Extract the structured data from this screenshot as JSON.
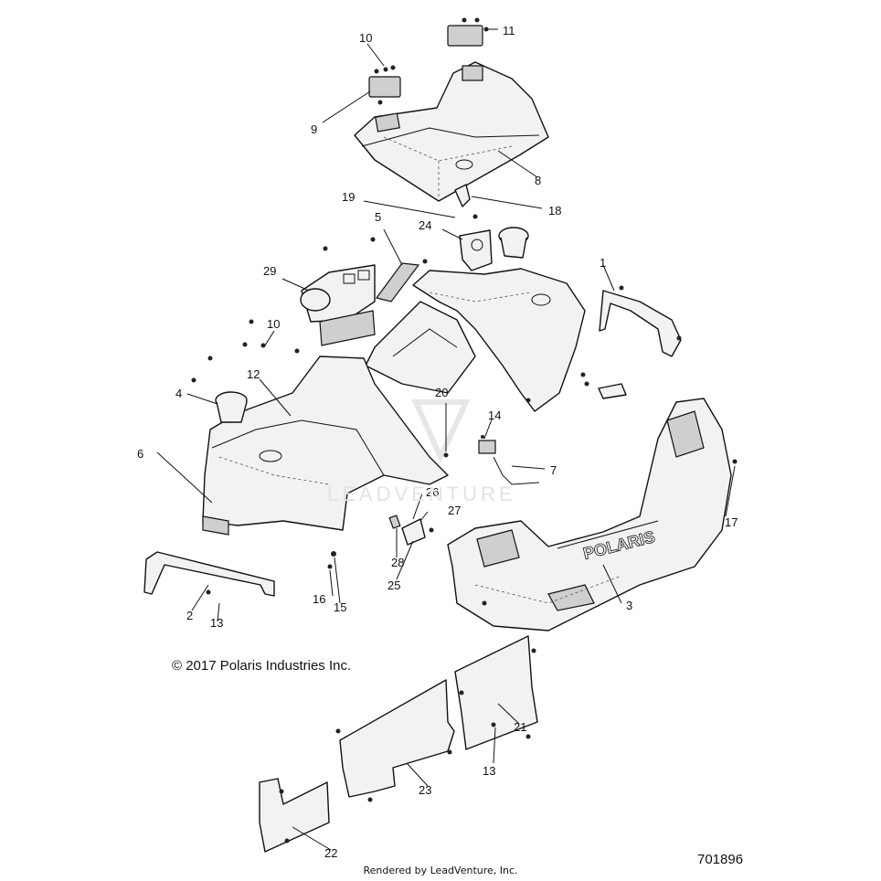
{
  "copyright": "© 2017 Polaris Industries Inc.",
  "rendered_by": "Rendered by LeadVenture, Inc.",
  "diagram_number": "701896",
  "watermark": "LEADVENTURE",
  "brand_text": "POLARIS",
  "callouts": [
    {
      "id": "c1",
      "label": "1"
    },
    {
      "id": "c2",
      "label": "2"
    },
    {
      "id": "c3",
      "label": "3"
    },
    {
      "id": "c4",
      "label": "4"
    },
    {
      "id": "c5",
      "label": "5"
    },
    {
      "id": "c6",
      "label": "6"
    },
    {
      "id": "c7",
      "label": "7"
    },
    {
      "id": "c8",
      "label": "8"
    },
    {
      "id": "c9",
      "label": "9"
    },
    {
      "id": "c10a",
      "label": "10"
    },
    {
      "id": "c10b",
      "label": "10"
    },
    {
      "id": "c11",
      "label": "11"
    },
    {
      "id": "c12",
      "label": "12"
    },
    {
      "id": "c13a",
      "label": "13"
    },
    {
      "id": "c13b",
      "label": "13"
    },
    {
      "id": "c14",
      "label": "14"
    },
    {
      "id": "c15",
      "label": "15"
    },
    {
      "id": "c16",
      "label": "16"
    },
    {
      "id": "c17",
      "label": "17"
    },
    {
      "id": "c18",
      "label": "18"
    },
    {
      "id": "c19",
      "label": "19"
    },
    {
      "id": "c20",
      "label": "20"
    },
    {
      "id": "c21",
      "label": "21"
    },
    {
      "id": "c22",
      "label": "22"
    },
    {
      "id": "c23",
      "label": "23"
    },
    {
      "id": "c24",
      "label": "24"
    },
    {
      "id": "c25",
      "label": "25"
    },
    {
      "id": "c26",
      "label": "26"
    },
    {
      "id": "c27",
      "label": "27"
    },
    {
      "id": "c28",
      "label": "28"
    },
    {
      "id": "c29",
      "label": "29"
    }
  ]
}
